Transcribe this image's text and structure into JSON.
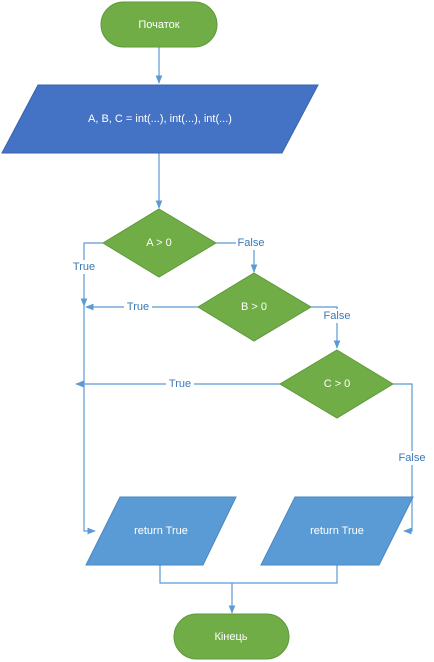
{
  "colors": {
    "terminal": "#70ad47",
    "terminal_stroke": "#5f9a3b",
    "io_dark": "#4472c4",
    "io_dark_stroke": "#3a63ab",
    "io_light": "#5b9bd5",
    "io_light_stroke": "#4a88c2",
    "decision": "#70ad47",
    "decision_stroke": "#5f9a3b",
    "connector": "#5b9bd5",
    "label_text": "#3a78b8"
  },
  "nodes": {
    "start": {
      "label": "Початок"
    },
    "input": {
      "label": "A, B, C = int(...), int(...), int(...)"
    },
    "check_a": {
      "label": "A > 0"
    },
    "check_b": {
      "label": "B > 0"
    },
    "check_c": {
      "label": "C > 0"
    },
    "return_left": {
      "label": "return True"
    },
    "return_right": {
      "label": "return True"
    },
    "end": {
      "label": "Кінець"
    }
  },
  "edges": {
    "a_false": "False",
    "a_true": "True",
    "b_true": "True",
    "b_false": "False",
    "c_true": "True",
    "c_false": "False"
  }
}
